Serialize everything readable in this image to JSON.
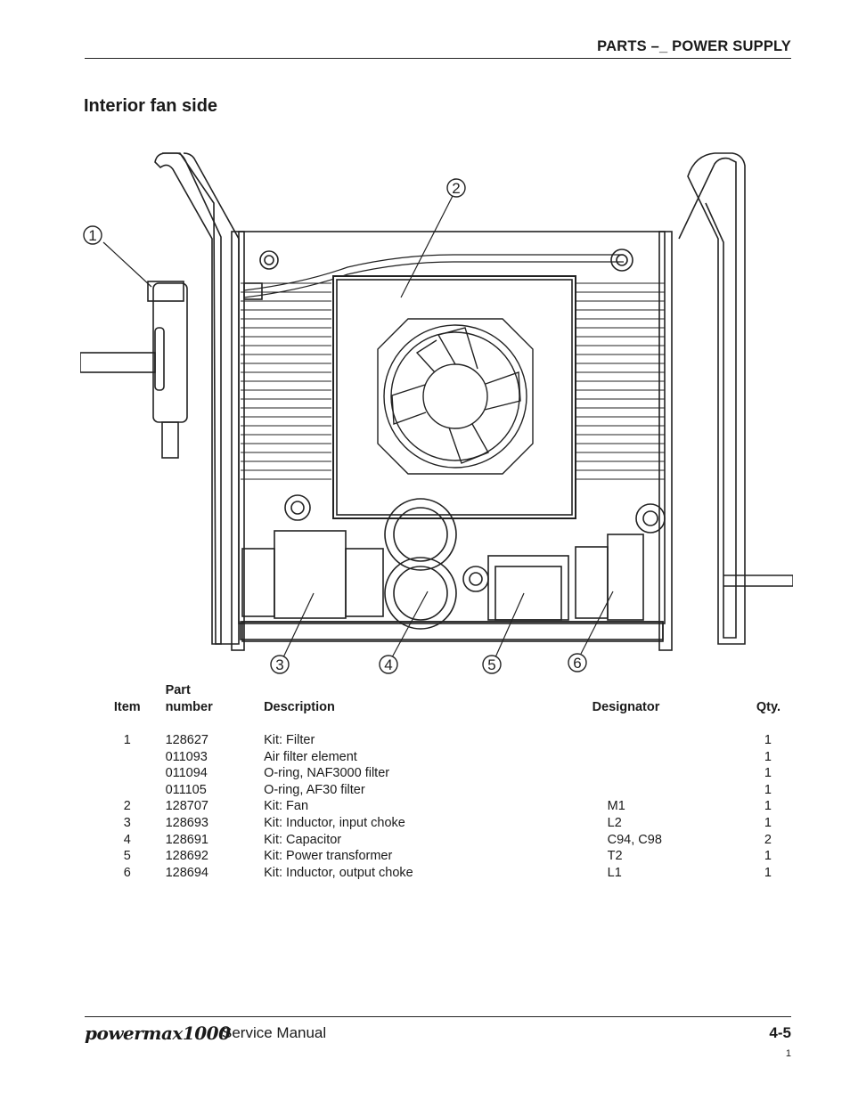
{
  "header": {
    "title": "PARTS –_  POWER SUPPLY"
  },
  "section": {
    "title": "Interior fan side"
  },
  "diagram": {
    "callouts": [
      "1",
      "2",
      "3",
      "4",
      "5",
      "6"
    ]
  },
  "table": {
    "headers": {
      "item": "Item",
      "part_line1": "Part",
      "part_line2": "number",
      "description": "Description",
      "designator": "Designator",
      "qty": "Qty."
    },
    "rows": [
      {
        "item": "1",
        "part": "128627",
        "description": "Kit: Filter",
        "designator": "",
        "qty": "1"
      },
      {
        "item": "",
        "part": "011093",
        "description": "Air filter element",
        "designator": "",
        "qty": "1"
      },
      {
        "item": "",
        "part": "011094",
        "description": "O-ring, NAF3000 filter",
        "designator": "",
        "qty": "1"
      },
      {
        "item": "",
        "part": "011105",
        "description": "O-ring, AF30 filter",
        "designator": "",
        "qty": "1"
      },
      {
        "item": "2",
        "part": "128707",
        "description": "Kit: Fan",
        "designator": "M1",
        "qty": "1"
      },
      {
        "item": "3",
        "part": "128693",
        "description": "Kit: Inductor, input choke",
        "designator": "L2",
        "qty": "1"
      },
      {
        "item": "4",
        "part": "128691",
        "description": "Kit: Capacitor",
        "designator": "C94, C98",
        "qty": "2"
      },
      {
        "item": "5",
        "part": "128692",
        "description": "Kit: Power transformer",
        "designator": "T2",
        "qty": "1"
      },
      {
        "item": "6",
        "part": "128694",
        "description": "Kit: Inductor, output choke",
        "designator": "L1",
        "qty": "1"
      }
    ]
  },
  "footer": {
    "brand": "powermax1000",
    "manual": "Service Manual",
    "page": "4-5",
    "sub": "1"
  }
}
